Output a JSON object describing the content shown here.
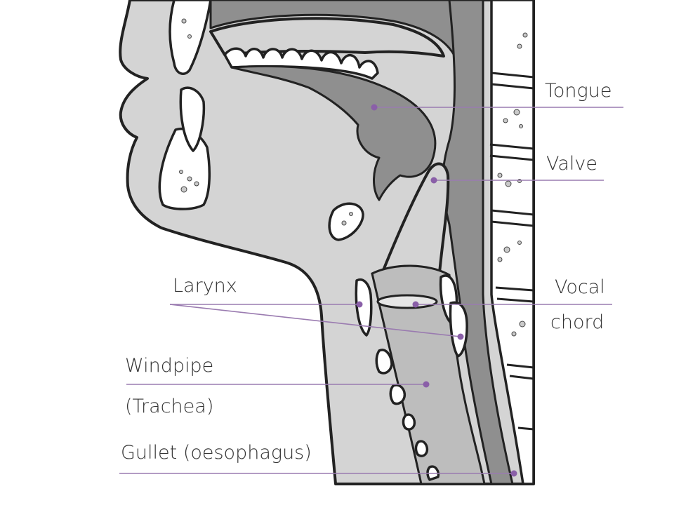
{
  "labels": {
    "tongue": "Tongue",
    "valve": "Valve",
    "larynx": "Larynx",
    "vocal_line1": "Vocal",
    "vocal_line2": "chord",
    "windpipe_line1": "Windpipe",
    "windpipe_line2": "(Trachea)",
    "gullet": "Gullet (oesophagus)"
  },
  "colors": {
    "leader_line": "#9a7bb0",
    "leader_dot": "#8a5fa8",
    "tissue": "#d4d4d4",
    "dark_tissue": "#8f8f8f",
    "outline": "#222222"
  }
}
